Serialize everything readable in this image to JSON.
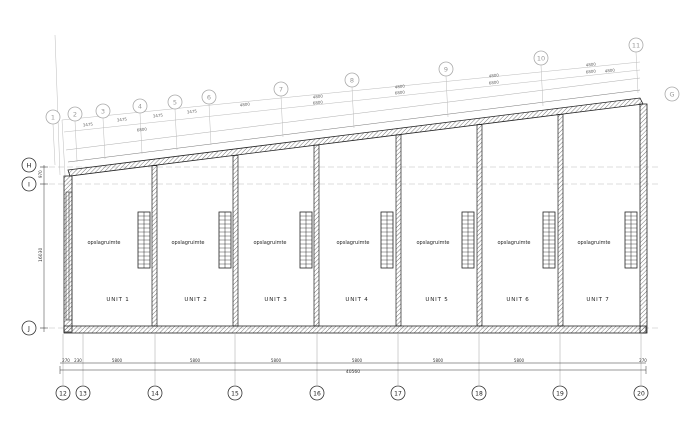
{
  "top_grid": [
    "1",
    "2",
    "3",
    "4",
    "5",
    "6",
    "7",
    "8",
    "9",
    "10",
    "11"
  ],
  "top_dims_lower": [
    "3475",
    "3475",
    "3475",
    "3475",
    "4800",
    "4800",
    "4800",
    "4800",
    "4800",
    "4800"
  ],
  "top_dims_upper": [
    "6800",
    "6800",
    "6800",
    "6800",
    "6800"
  ],
  "side_grid": [
    "H",
    "I",
    "J"
  ],
  "right_grid": [
    "G"
  ],
  "side_dims": [
    "970",
    "16030"
  ],
  "bottom_grid": [
    "12",
    "13",
    "14",
    "15",
    "16",
    "17",
    "18",
    "19",
    "20"
  ],
  "bottom_dims": [
    "270",
    "230",
    "5800",
    "5800",
    "5800",
    "5800",
    "5800",
    "5800",
    "270"
  ],
  "bottom_total": "40560",
  "rooms": [
    "opslagruimte",
    "opslagruimte",
    "opslagruimte",
    "opslagruimte",
    "opslagruimte",
    "opslagruimte",
    "opslagruimte"
  ],
  "units": [
    "UNIT 1",
    "UNIT 2",
    "UNIT 3",
    "UNIT 4",
    "UNIT 5",
    "UNIT 6",
    "UNIT 7"
  ]
}
